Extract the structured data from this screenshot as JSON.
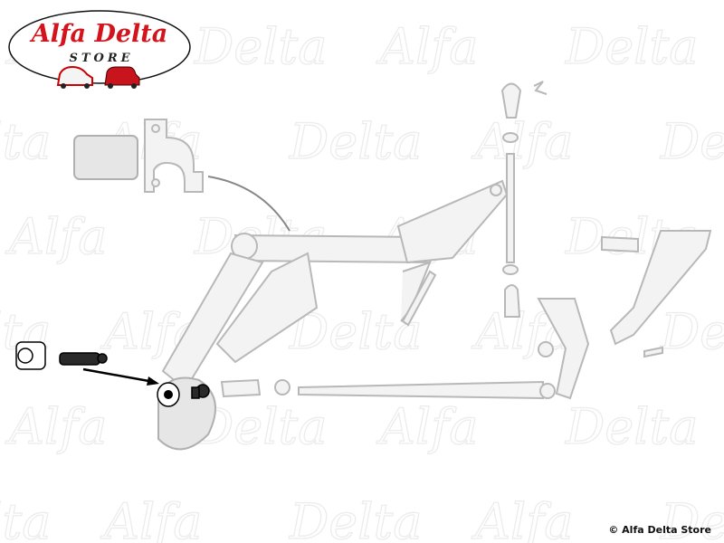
{
  "logo": {
    "brand": "Alfa Delta",
    "subtitle": "STORE"
  },
  "watermark": {
    "text": "Alfa Delta"
  },
  "copyright": "© Alfa Delta Store",
  "colors": {
    "brand_red": "#d4141c",
    "part_grey": "#b8b8b8",
    "highlight": "#000000"
  }
}
